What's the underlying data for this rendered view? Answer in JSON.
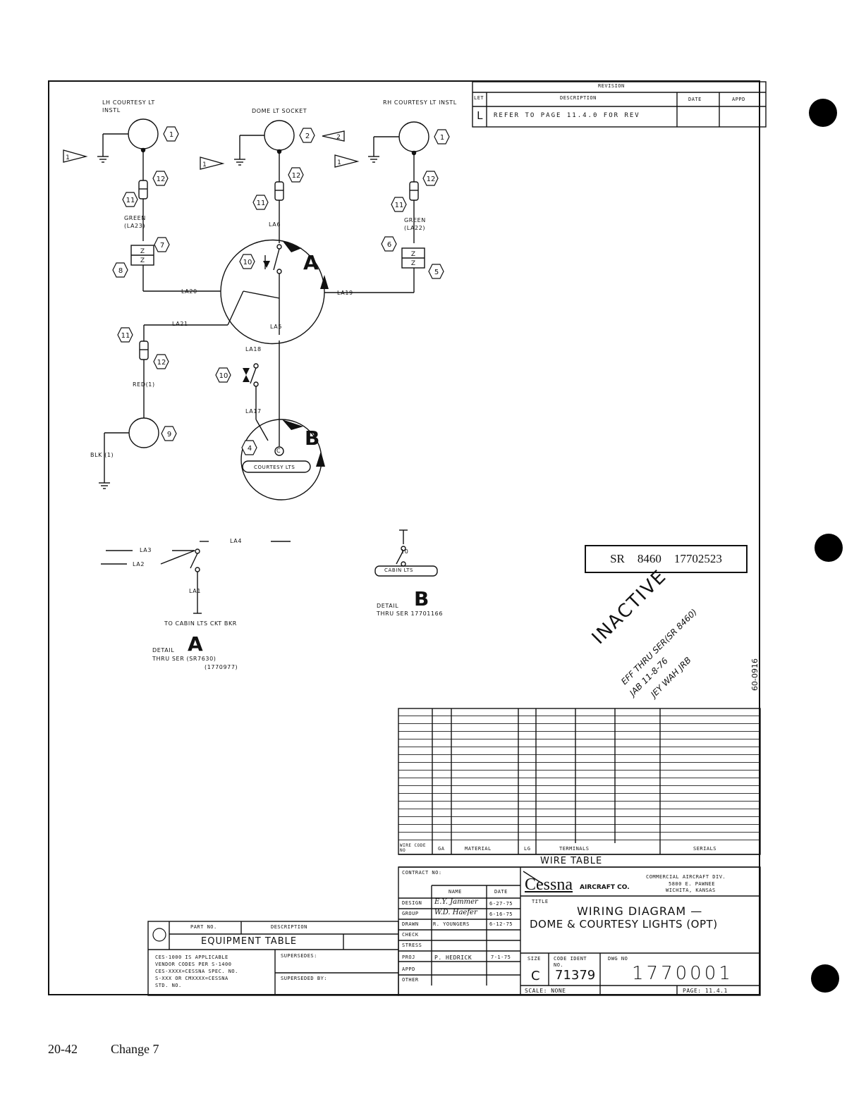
{
  "page": {
    "page_number": "20-42",
    "change": "Change 7"
  },
  "revision_block": {
    "header": "REVISION",
    "col_let": "LET",
    "col_description": "DESCRIPTION",
    "col_date": "DATE",
    "col_appd": "APPD",
    "rows": [
      {
        "let": "L",
        "description": "REFER TO PAGE 11.4.0 FOR REV",
        "date": "",
        "appd": ""
      }
    ]
  },
  "components": {
    "lh_courtesy": "LH COURTESY LT INSTL",
    "dome_socket": "DOME LT SOCKET",
    "rh_courtesy": "RH COURTESY LT INSTL",
    "green_lh": "GREEN (LA23)",
    "green_rh": "GREEN (LA22)",
    "wire_la6": "LA6",
    "wire_la20": "LA20",
    "wire_la19": "LA19",
    "wire_la21": "LA21",
    "wire_la5": "LA5",
    "wire_la18": "LA18",
    "wire_la17": "LA17",
    "red": "RED(1)",
    "blk": "BLK (1)",
    "courtesy_lts": "COURTESY LTS",
    "terminal_c": "C",
    "detail_a_letter": "A",
    "detail_b_letter": "B"
  },
  "detail_a": {
    "la3": "LA3",
    "la2": "LA2",
    "la4": "LA4",
    "la1": "LA1",
    "to_cabin": "TO CABIN LTS CKT BKR",
    "title_word": "DETAIL",
    "letter": "A",
    "thru": "THRU SER (SR7630)",
    "thru2": "(1770977)"
  },
  "detail_b": {
    "switch": "10",
    "cabin_lts": "CABIN LTS",
    "title_word": "DETAIL",
    "letter": "B",
    "thru": "THRU SER 17701166"
  },
  "sr_box": {
    "sr": "SR",
    "number1": "8460",
    "number2": "17702523"
  },
  "stamp": {
    "inactive": "INACTIVE",
    "line2": "EFF THRU SER(SR 8460)",
    "line3": "JAB 11-8-76",
    "line4": "JEY WAH JRB",
    "side_num": "60-0916"
  },
  "wire_table": {
    "title": "WIRE TABLE",
    "headers": [
      "WIRE CODE NO",
      "GA",
      "MATERIAL",
      "LG",
      "TERMINALS",
      "",
      "",
      "SERIALS"
    ]
  },
  "equipment_table": {
    "part_no": "PART NO.",
    "description": "DESCRIPTION",
    "title": "EQUIPMENT TABLE",
    "note1": "CES-1000 IS APPLICABLE",
    "note2": "VENDOR CODES PER S-1400",
    "note3": "CES-XXXX=CESSNA SPEC. NO.",
    "note4": "S-XXX OR CMXXXX=CESSNA",
    "note5": "STD. NO.",
    "supersedes": "SUPERSEDES:",
    "superseded_by": "SUPERSEDED BY:"
  },
  "title_block": {
    "contract_no": "CONTRACT NO:",
    "name": "NAME",
    "date": "DATE",
    "rows": [
      {
        "label": "DESIGN",
        "name": "E.Y. Jammer",
        "date": "6-27-75"
      },
      {
        "label": "GROUP",
        "name": "W.D. Haefer",
        "date": "6-16-75"
      },
      {
        "label": "DRAWN",
        "name": "R. YOUNGERS",
        "date": "6-12-75"
      },
      {
        "label": "CHECK",
        "name": "",
        "date": ""
      },
      {
        "label": "STRESS",
        "name": "",
        "date": ""
      },
      {
        "label": "PROJ",
        "name": "P. HEDRICK",
        "date": "7-1-75"
      },
      {
        "label": "APPD",
        "name": "",
        "date": ""
      },
      {
        "label": "OTHER",
        "name": "",
        "date": ""
      }
    ],
    "company_logo": "Cessna",
    "company_sub": "AIRCRAFT CO.",
    "div1": "COMMERCIAL AIRCRAFT DIV.",
    "div2": "5800 E. PAWNEE",
    "div3": "WICHITA, KANSAS",
    "title_label": "TITLE",
    "title_line1": "WIRING DIAGRAM —",
    "title_line2": "DOME & COURTESY LIGHTS (OPT)",
    "size_label": "SIZE",
    "size": "C",
    "code_ident_label": "CODE IDENT NO.",
    "code_ident": "71379",
    "dwg_no_label": "DWG NO",
    "dwg_no": "1770001",
    "scale": "SCALE: NONE",
    "page": "PAGE: 11.4.1"
  }
}
